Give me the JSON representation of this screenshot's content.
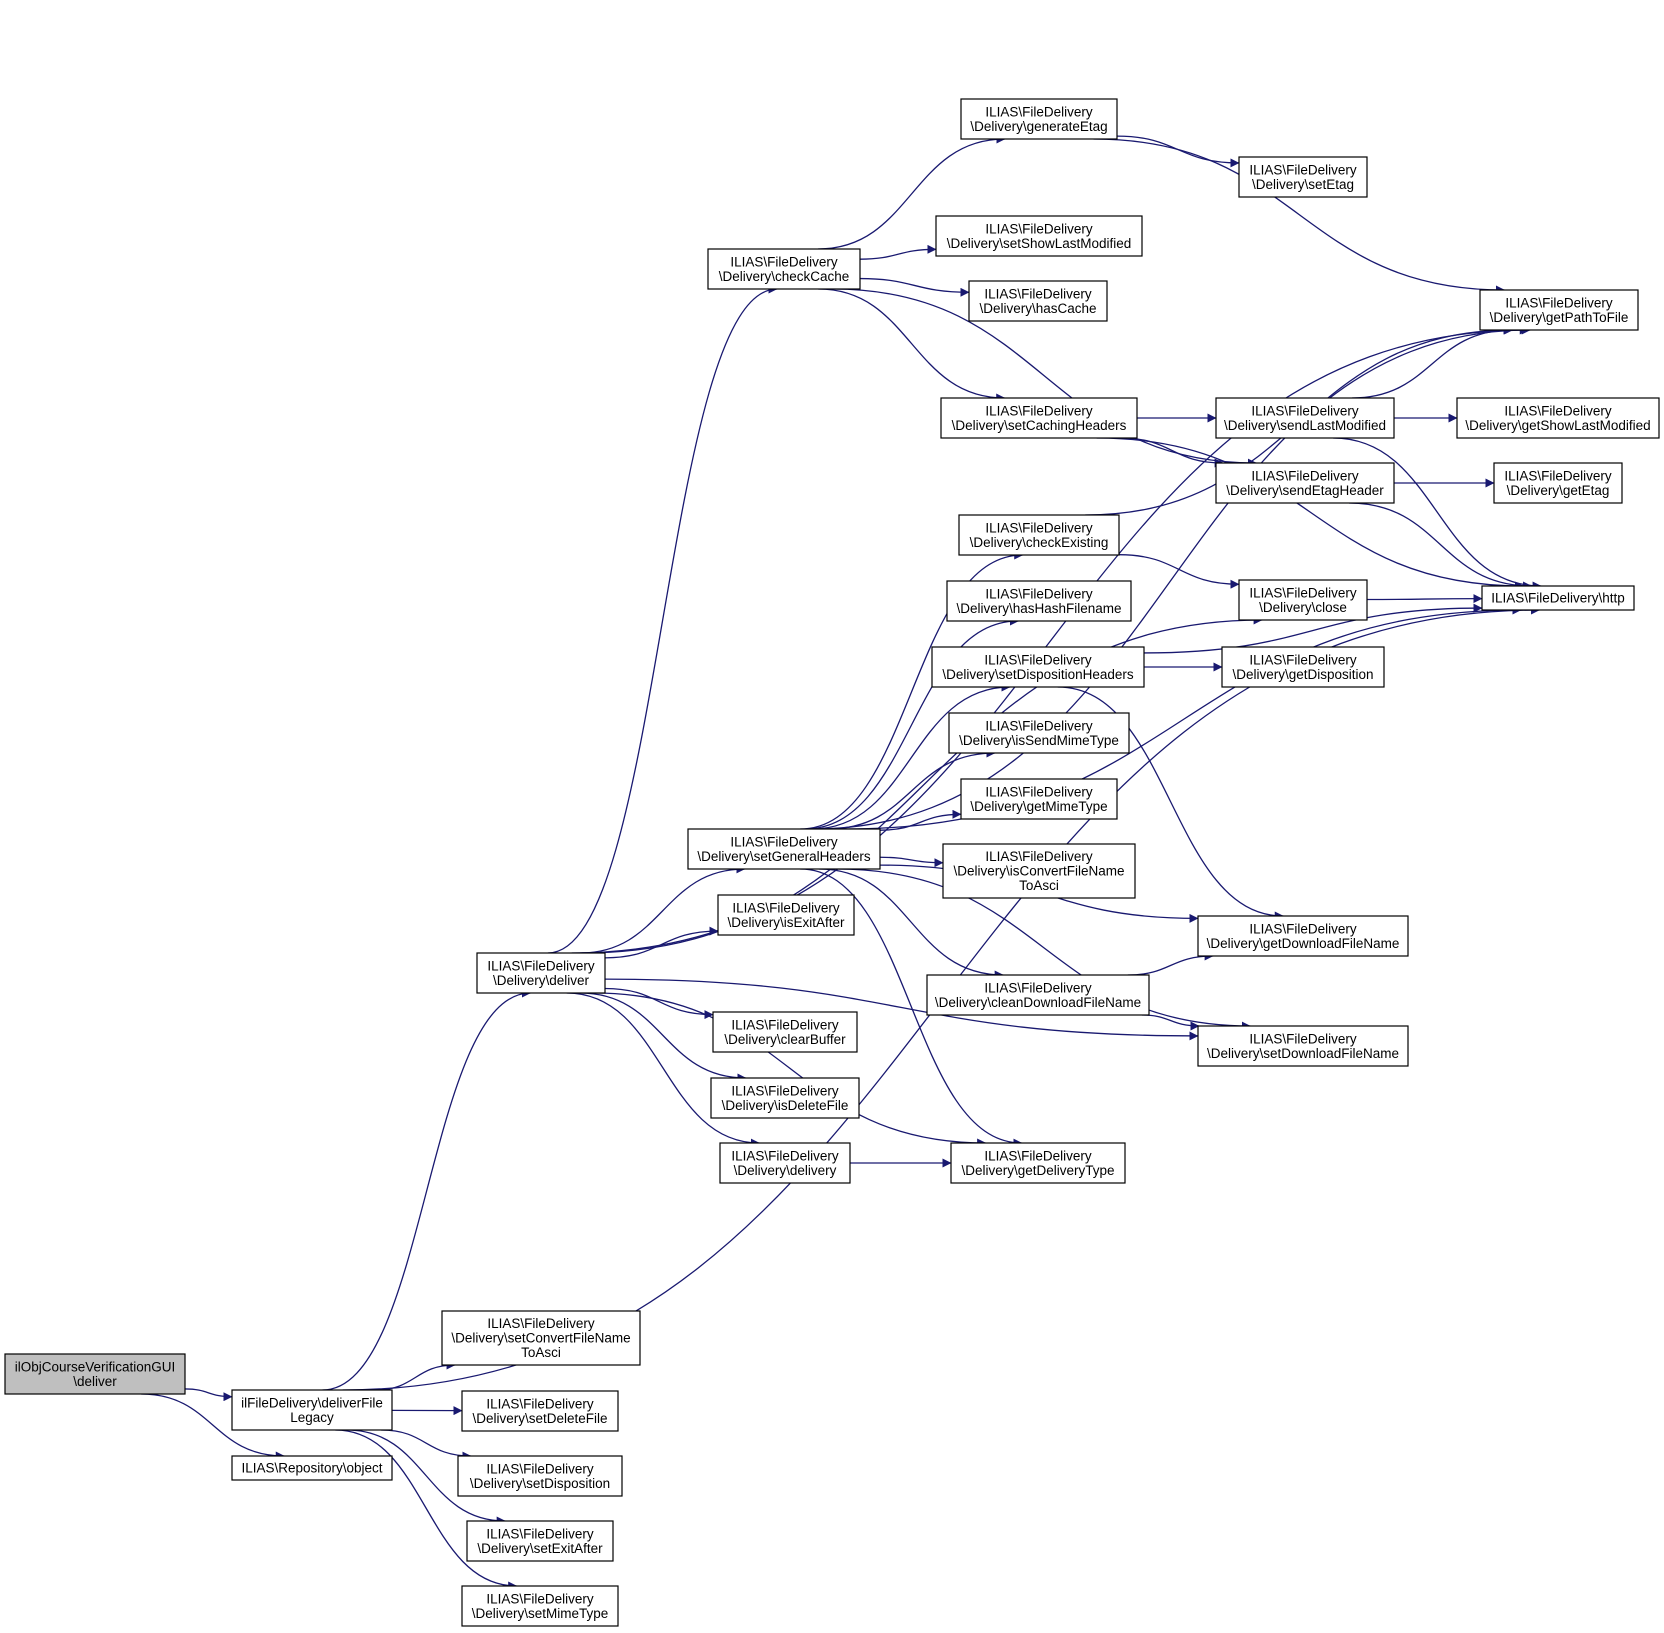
{
  "colors": {
    "edge": "#191970",
    "root_fill": "#bfbfbf",
    "node_fill": "#ffffff",
    "node_border": "#000000"
  },
  "nodes": {
    "root": [
      "ilObjCourseVerificationGUI",
      "\\deliver"
    ],
    "deliverFileLegacy": [
      "ilFileDelivery\\deliverFile",
      "Legacy"
    ],
    "repositoryObject": [
      "ILIAS\\Repository\\object"
    ],
    "setConvertFileNameToAsci": [
      "ILIAS\\FileDelivery",
      "\\Delivery\\setConvertFileName",
      "ToAsci"
    ],
    "setDeleteFile": [
      "ILIAS\\FileDelivery",
      "\\Delivery\\setDeleteFile"
    ],
    "setDisposition": [
      "ILIAS\\FileDelivery",
      "\\Delivery\\setDisposition"
    ],
    "setExitAfter": [
      "ILIAS\\FileDelivery",
      "\\Delivery\\setExitAfter"
    ],
    "setMimeType": [
      "ILIAS\\FileDelivery",
      "\\Delivery\\setMimeType"
    ],
    "deliver": [
      "ILIAS\\FileDelivery",
      "\\Delivery\\deliver"
    ],
    "checkCache": [
      "ILIAS\\FileDelivery",
      "\\Delivery\\checkCache"
    ],
    "setGeneralHeaders": [
      "ILIAS\\FileDelivery",
      "\\Delivery\\setGeneralHeaders"
    ],
    "isExitAfter": [
      "ILIAS\\FileDelivery",
      "\\Delivery\\isExitAfter"
    ],
    "clearBuffer": [
      "ILIAS\\FileDelivery",
      "\\Delivery\\clearBuffer"
    ],
    "isDeleteFile": [
      "ILIAS\\FileDelivery",
      "\\Delivery\\isDeleteFile"
    ],
    "delivery": [
      "ILIAS\\FileDelivery",
      "\\Delivery\\delivery"
    ],
    "generateEtag": [
      "ILIAS\\FileDelivery",
      "\\Delivery\\generateEtag"
    ],
    "setShowLastModified": [
      "ILIAS\\FileDelivery",
      "\\Delivery\\setShowLastModified"
    ],
    "hasCache": [
      "ILIAS\\FileDelivery",
      "\\Delivery\\hasCache"
    ],
    "setCachingHeaders": [
      "ILIAS\\FileDelivery",
      "\\Delivery\\setCachingHeaders"
    ],
    "checkExisting": [
      "ILIAS\\FileDelivery",
      "\\Delivery\\checkExisting"
    ],
    "hasHashFilename": [
      "ILIAS\\FileDelivery",
      "\\Delivery\\hasHashFilename"
    ],
    "setDispositionHeaders": [
      "ILIAS\\FileDelivery",
      "\\Delivery\\setDispositionHeaders"
    ],
    "isSendMimeType": [
      "ILIAS\\FileDelivery",
      "\\Delivery\\isSendMimeType"
    ],
    "getMimeType": [
      "ILIAS\\FileDelivery",
      "\\Delivery\\getMimeType"
    ],
    "isConvertFileNameToAsci": [
      "ILIAS\\FileDelivery",
      "\\Delivery\\isConvertFileName",
      "ToAsci"
    ],
    "cleanDownloadFileName": [
      "ILIAS\\FileDelivery",
      "\\Delivery\\cleanDownloadFileName"
    ],
    "getDeliveryType": [
      "ILIAS\\FileDelivery",
      "\\Delivery\\getDeliveryType"
    ],
    "setEtag": [
      "ILIAS\\FileDelivery",
      "\\Delivery\\setEtag"
    ],
    "sendLastModified": [
      "ILIAS\\FileDelivery",
      "\\Delivery\\sendLastModified"
    ],
    "sendEtagHeader": [
      "ILIAS\\FileDelivery",
      "\\Delivery\\sendEtagHeader"
    ],
    "close": [
      "ILIAS\\FileDelivery",
      "\\Delivery\\close"
    ],
    "getDisposition": [
      "ILIAS\\FileDelivery",
      "\\Delivery\\getDisposition"
    ],
    "getDownloadFileName": [
      "ILIAS\\FileDelivery",
      "\\Delivery\\getDownloadFileName"
    ],
    "setDownloadFileName": [
      "ILIAS\\FileDelivery",
      "\\Delivery\\setDownloadFileName"
    ],
    "getPathToFile": [
      "ILIAS\\FileDelivery",
      "\\Delivery\\getPathToFile"
    ],
    "getShowLastModified": [
      "ILIAS\\FileDelivery",
      "\\Delivery\\getShowLastModified"
    ],
    "getEtag": [
      "ILIAS\\FileDelivery",
      "\\Delivery\\getEtag"
    ],
    "http": [
      "ILIAS\\FileDelivery\\http"
    ]
  },
  "edges": [
    [
      "root",
      "deliverFileLegacy"
    ],
    [
      "root",
      "repositoryObject"
    ],
    [
      "deliverFileLegacy",
      "setConvertFileNameToAsci"
    ],
    [
      "deliverFileLegacy",
      "setDeleteFile"
    ],
    [
      "deliverFileLegacy",
      "setDisposition"
    ],
    [
      "deliverFileLegacy",
      "setExitAfter"
    ],
    [
      "deliverFileLegacy",
      "setMimeType"
    ],
    [
      "deliverFileLegacy",
      "deliver"
    ],
    [
      "deliverFileLegacy",
      "http"
    ],
    [
      "deliver",
      "checkCache"
    ],
    [
      "deliver",
      "setGeneralHeaders"
    ],
    [
      "deliver",
      "isExitAfter"
    ],
    [
      "deliver",
      "clearBuffer"
    ],
    [
      "deliver",
      "isDeleteFile"
    ],
    [
      "deliver",
      "delivery"
    ],
    [
      "deliver",
      "getPathToFile"
    ],
    [
      "deliver",
      "close"
    ],
    [
      "deliver",
      "getDeliveryType"
    ],
    [
      "deliver",
      "setDownloadFileName"
    ],
    [
      "checkCache",
      "generateEtag"
    ],
    [
      "checkCache",
      "setShowLastModified"
    ],
    [
      "checkCache",
      "hasCache"
    ],
    [
      "checkCache",
      "setCachingHeaders"
    ],
    [
      "checkCache",
      "sendEtagHeader"
    ],
    [
      "generateEtag",
      "setEtag"
    ],
    [
      "generateEtag",
      "getPathToFile"
    ],
    [
      "setCachingHeaders",
      "sendLastModified"
    ],
    [
      "setCachingHeaders",
      "sendEtagHeader"
    ],
    [
      "setCachingHeaders",
      "http"
    ],
    [
      "sendLastModified",
      "getShowLastModified"
    ],
    [
      "sendLastModified",
      "getPathToFile"
    ],
    [
      "sendLastModified",
      "http"
    ],
    [
      "sendEtagHeader",
      "getEtag"
    ],
    [
      "sendEtagHeader",
      "http"
    ],
    [
      "setGeneralHeaders",
      "checkExisting"
    ],
    [
      "setGeneralHeaders",
      "hasHashFilename"
    ],
    [
      "setGeneralHeaders",
      "setDispositionHeaders"
    ],
    [
      "setGeneralHeaders",
      "isSendMimeType"
    ],
    [
      "setGeneralHeaders",
      "getMimeType"
    ],
    [
      "setGeneralHeaders",
      "isConvertFileNameToAsci"
    ],
    [
      "setGeneralHeaders",
      "getDownloadFileName"
    ],
    [
      "setGeneralHeaders",
      "cleanDownloadFileName"
    ],
    [
      "setGeneralHeaders",
      "setDownloadFileName"
    ],
    [
      "setGeneralHeaders",
      "http"
    ],
    [
      "setGeneralHeaders",
      "getDeliveryType"
    ],
    [
      "setGeneralHeaders",
      "getPathToFile"
    ],
    [
      "checkExisting",
      "close"
    ],
    [
      "checkExisting",
      "getPathToFile"
    ],
    [
      "close",
      "http"
    ],
    [
      "setDispositionHeaders",
      "getDisposition"
    ],
    [
      "setDispositionHeaders",
      "getDownloadFileName"
    ],
    [
      "setDispositionHeaders",
      "http"
    ],
    [
      "cleanDownloadFileName",
      "getDownloadFileName"
    ],
    [
      "cleanDownloadFileName",
      "setDownloadFileName"
    ],
    [
      "delivery",
      "getDeliveryType"
    ]
  ]
}
